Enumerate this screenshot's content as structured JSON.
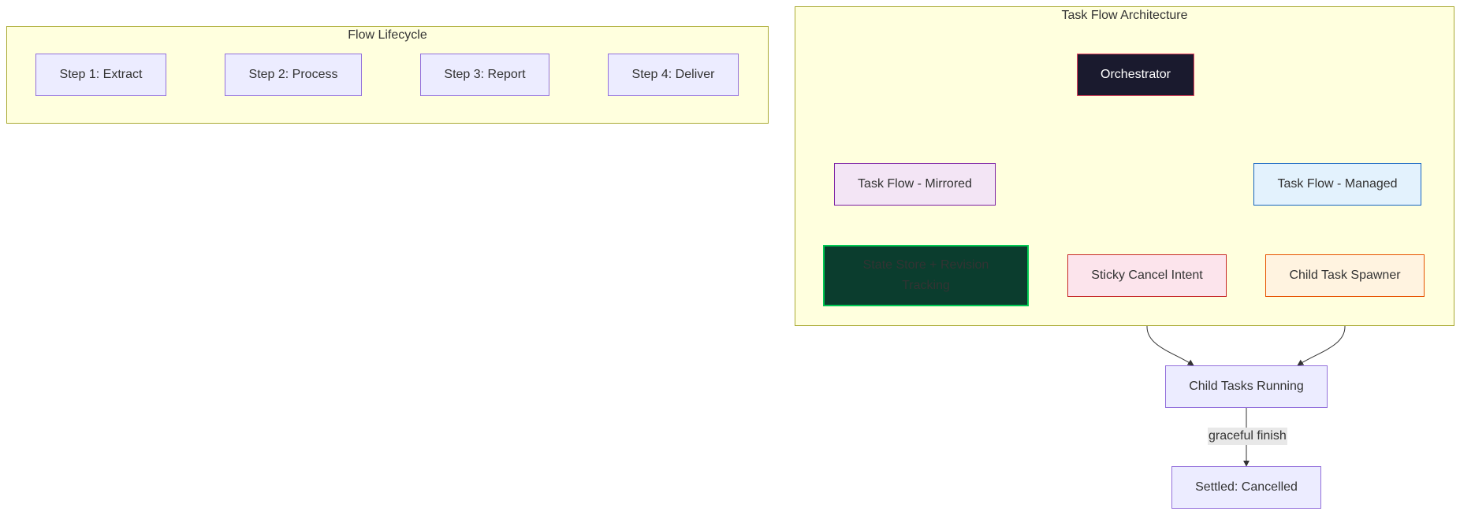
{
  "clusters": {
    "lifecycle": {
      "title": "Flow Lifecycle"
    },
    "architecture": {
      "title": "Task Flow Architecture"
    }
  },
  "nodes": {
    "step1": "Step 1: Extract",
    "step2": "Step 2: Process",
    "step3": "Step 3: Report",
    "step4": "Step 4: Deliver",
    "orchestrator": "Orchestrator",
    "mirrored": "Task Flow - Mirrored",
    "managed": "Task Flow - Managed",
    "state_store": "State Store + Revision Tracking",
    "sticky_cancel": "Sticky Cancel Intent",
    "child_spawner": "Child Task Spawner",
    "child_running": "Child Tasks Running",
    "settled": "Settled: Cancelled"
  },
  "edges": {
    "graceful_label": "graceful finish"
  },
  "colors": {
    "cluster_fill": "#ffffde",
    "cluster_stroke": "#aaaa33",
    "default_fill": "#ececff",
    "default_stroke": "#9370db",
    "orchestrator_fill": "#1a1a2e",
    "orchestrator_stroke": "#e94560",
    "mirrored_fill": "#f3e5f5",
    "mirrored_stroke": "#7b1fa2",
    "managed_fill": "#e3f2fd",
    "managed_stroke": "#1565c0",
    "state_store_fill": "#0b3d2e",
    "state_store_stroke": "#00c853",
    "sticky_fill": "#fce4ec",
    "sticky_stroke": "#c62828",
    "spawner_fill": "#fff3e0",
    "spawner_stroke": "#e65100",
    "edge": "#333333"
  }
}
